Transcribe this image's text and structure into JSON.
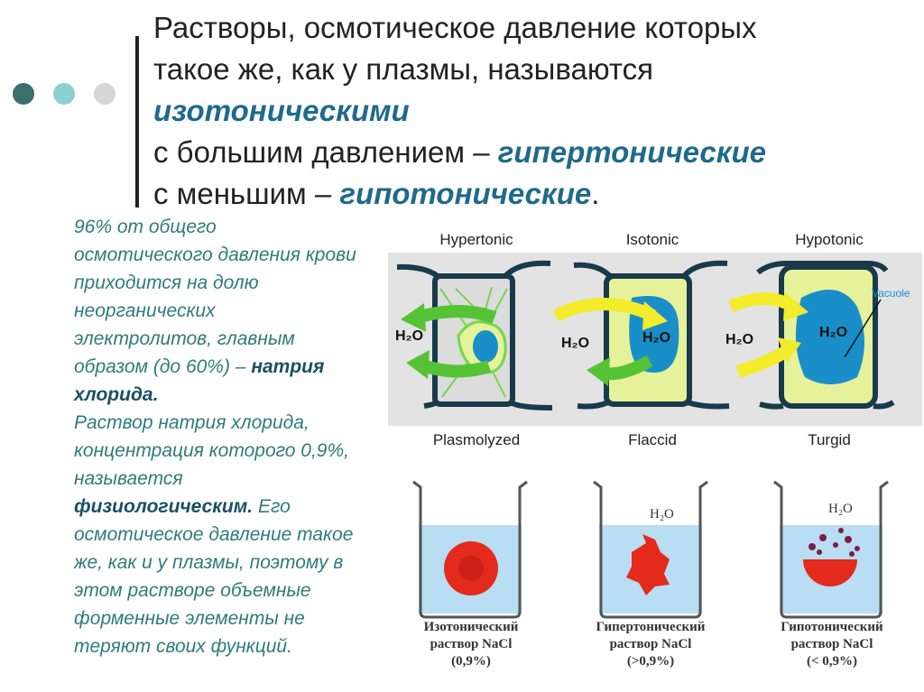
{
  "title": {
    "line1": "Растворы, осмотическое давление которых",
    "line2": "такое же, как у плазмы, называются",
    "line3_em": "изотоническими",
    "line4_pre": "с большим давлением – ",
    "line4_em": "гипертонические",
    "line5_pre": "с меньшим – ",
    "line5_em": "гипотонические",
    "line5_post": "."
  },
  "body": {
    "p1_a": "96% от общего осмотического давления крови приходится на долю неорганических электролитов, главным образом (до 60%) – ",
    "p1_bold": "натрия хлорида.",
    "p2_a": "Раствор натрия хлорида, концентрация которого 0,9%, называется ",
    "p2_bold": "физиологическим.",
    "p2_b": " Его осмотическое давление такое же, как и у плазмы, поэтому в этом растворе объемные форменные элементы не теряют своих функций."
  },
  "cells": {
    "top_labels": [
      "Hypertonic",
      "Isotonic",
      "Hypotonic"
    ],
    "bottom_labels": [
      "Plasmolyzed",
      "Flaccid",
      "Turgid"
    ],
    "water": "H₂O",
    "vacuole": "Vacuole"
  },
  "beakers": [
    {
      "water": "",
      "label1": "Изотонический",
      "label2": "раствор NaCl",
      "label3": "(0,9%)"
    },
    {
      "water": "H₂O",
      "label1": "Гипертонический",
      "label2": "раствор NaCl",
      "label3": "(>0,9%)"
    },
    {
      "water": "H₂O",
      "label1": "Гипотонический",
      "label2": "раствор NaCl",
      "label3": "(< 0,9%)"
    }
  ],
  "colors": {
    "dot1": "#3d6e6e",
    "dot2": "#8ccfcf",
    "dot3": "#d6d6d6",
    "accent": "#1f6a8c",
    "cell_wall": "#183a4a",
    "cytoplasm": "#e6f29a",
    "vacuole": "#1a8ec9",
    "arrow_yellow": "#f2ec2a",
    "arrow_green": "#56c236",
    "water": "#b9ddf2",
    "rbc": "#e32a1c"
  }
}
